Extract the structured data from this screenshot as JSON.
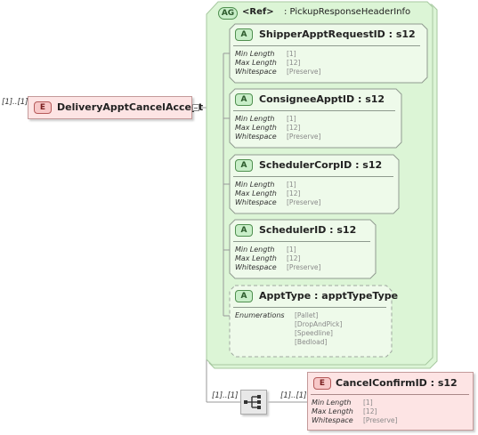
{
  "colors": {
    "group_fill": "#dcf5d6",
    "group_border": "#a7c8a0",
    "attr_fill": "#eefaea",
    "element_fill": "#fde4e4",
    "element_border": "#c49a9a",
    "line": "#999999"
  },
  "ref_group": {
    "badge": "AG",
    "ref_label": "<Ref>",
    "name": ": PickupResponseHeaderInfo"
  },
  "root": {
    "multiplicity": "[1]..[1]",
    "badge": "E",
    "name": "DeliveryApptCancelAccept"
  },
  "attributes": [
    {
      "badge": "A",
      "name": "ShipperApptRequestID : s12",
      "facets": [
        {
          "key": "Min Length",
          "value": "[1]"
        },
        {
          "key": "Max Length",
          "value": "[12]"
        },
        {
          "key": "Whitespace",
          "value": "[Preserve]"
        }
      ]
    },
    {
      "badge": "A",
      "name": "ConsigneeApptID : s12",
      "facets": [
        {
          "key": "Min Length",
          "value": "[1]"
        },
        {
          "key": "Max Length",
          "value": "[12]"
        },
        {
          "key": "Whitespace",
          "value": "[Preserve]"
        }
      ]
    },
    {
      "badge": "A",
      "name": "SchedulerCorpID : s12",
      "facets": [
        {
          "key": "Min Length",
          "value": "[1]"
        },
        {
          "key": "Max Length",
          "value": "[12]"
        },
        {
          "key": "Whitespace",
          "value": "[Preserve]"
        }
      ]
    },
    {
      "badge": "A",
      "name": "SchedulerID : s12",
      "facets": [
        {
          "key": "Min Length",
          "value": "[1]"
        },
        {
          "key": "Max Length",
          "value": "[12]"
        },
        {
          "key": "Whitespace",
          "value": "[Preserve]"
        }
      ]
    },
    {
      "badge": "A",
      "name": "ApptType : apptTypeType",
      "enum_label": "Enumerations",
      "enum_values": [
        "[Pallet]",
        "[DropAndPick]",
        "[Speedline]",
        "[Bedload]"
      ]
    }
  ],
  "sequence": {
    "multiplicity_in": "[1]..[1]",
    "multiplicity_out": "[1]..[1]"
  },
  "child_element": {
    "badge": "E",
    "name": "CancelConfirmID : s12",
    "facets": [
      {
        "key": "Min Length",
        "value": "[1]"
      },
      {
        "key": "Max Length",
        "value": "[12]"
      },
      {
        "key": "Whitespace",
        "value": "[Preserve]"
      }
    ]
  }
}
